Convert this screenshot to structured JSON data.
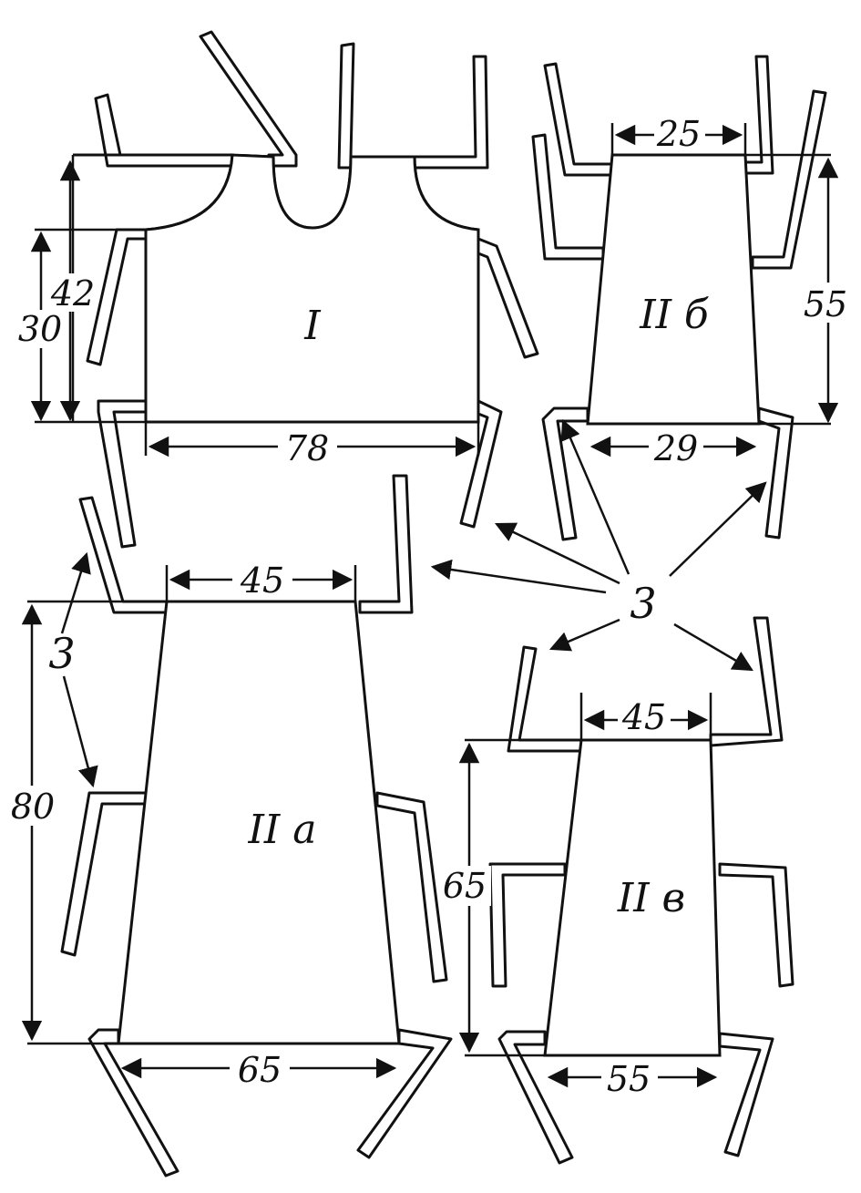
{
  "pieces": {
    "I": {
      "label": "I",
      "width": "78",
      "height_outer": "42",
      "height_inner": "30"
    },
    "IIa": {
      "label": "II a",
      "top": "45",
      "bottom": "65",
      "height": "80"
    },
    "IIb": {
      "label": "II б",
      "top": "25",
      "bottom": "29",
      "height": "55"
    },
    "IIv": {
      "label": "II в",
      "top": "45",
      "bottom": "55",
      "height": "65"
    }
  },
  "callouts": {
    "central": "3",
    "left": "3"
  }
}
